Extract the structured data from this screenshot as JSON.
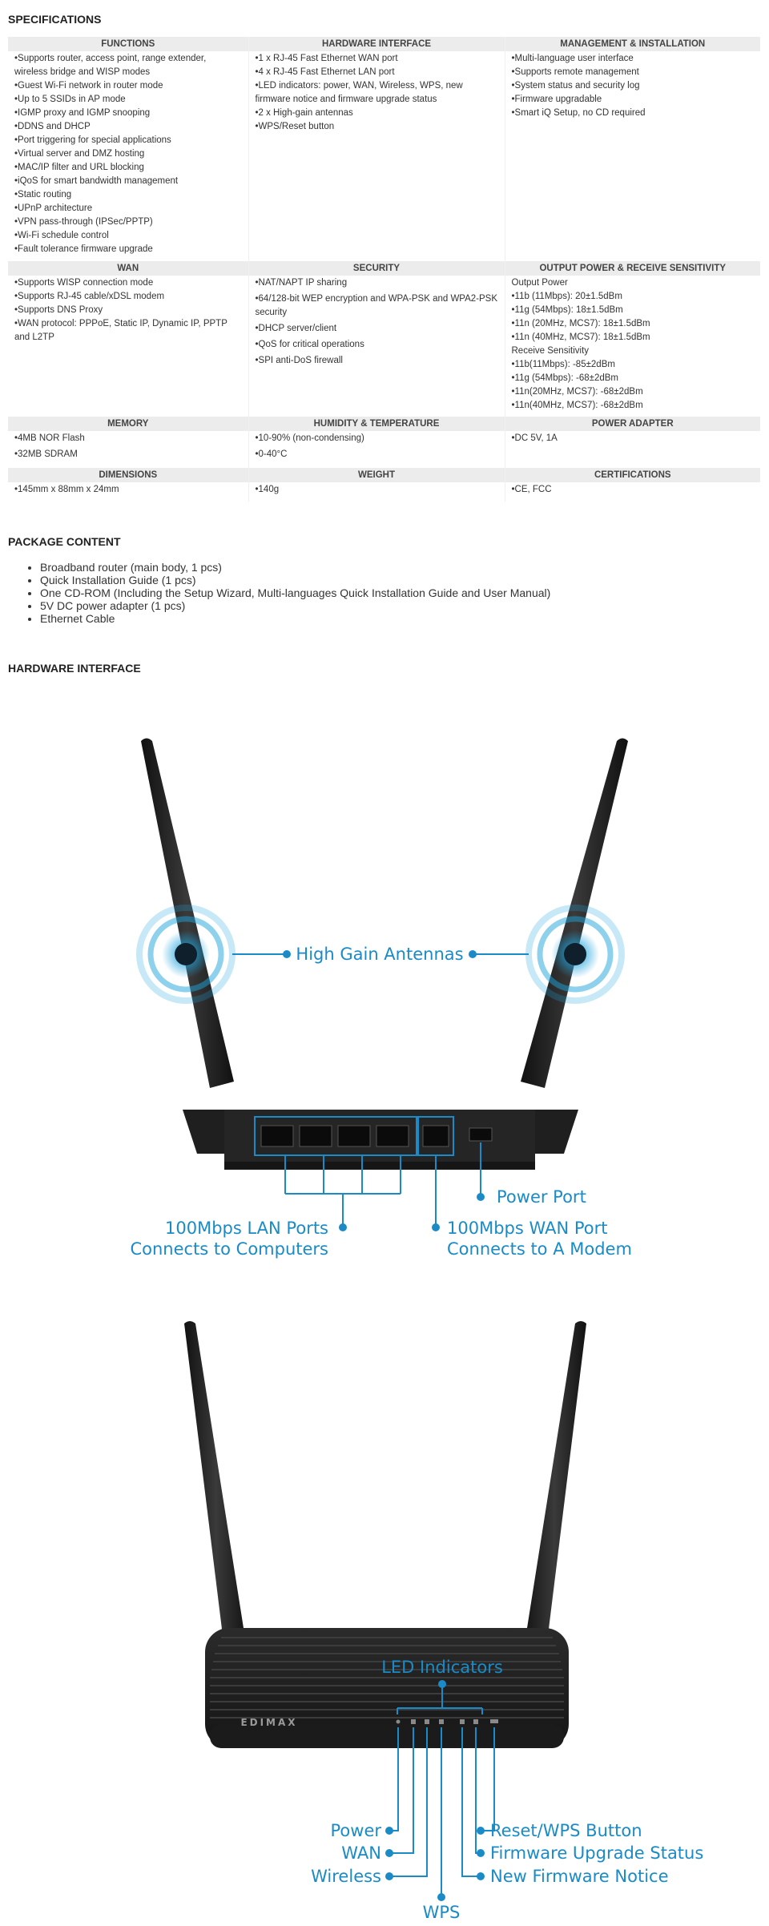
{
  "specifications": {
    "title": "SPECIFICATIONS",
    "rows": [
      {
        "headers": [
          "FUNCTIONS",
          "HARDWARE INTERFACE",
          "MANAGEMENT & INSTALLATION"
        ],
        "cells": [
          [
            "•Supports router, access point, range extender, wireless bridge and WISP modes",
            "•Guest Wi-Fi network in router mode",
            "•Up to 5 SSIDs in AP mode",
            "•IGMP proxy and IGMP snooping",
            "•DDNS and DHCP",
            "•Port triggering for special applications",
            "•Virtual server and DMZ hosting",
            "•MAC/IP filter and URL blocking",
            "•iQoS for smart bandwidth management",
            "•Static routing",
            "•UPnP architecture",
            "•VPN pass-through (IPSec/PPTP)",
            "•Wi-Fi schedule control",
            "•Fault tolerance firmware upgrade"
          ],
          [
            "•1 x RJ-45 Fast Ethernet WAN port",
            "•4 x RJ-45 Fast Ethernet LAN port",
            "•LED indicators: power, WAN, Wireless, WPS, new firmware notice and firmware upgrade status",
            "•2 x High-gain antennas",
            "•WPS/Reset button"
          ],
          [
            "•Multi-language user interface",
            "•Supports remote management",
            "•System status and security log",
            "•Firmware upgradable",
            "•Smart iQ Setup, no CD required"
          ]
        ]
      },
      {
        "headers": [
          "WAN",
          "SECURITY",
          "OUTPUT POWER & RECEIVE SENSITIVITY"
        ],
        "cells": [
          [
            "•Supports WISP connection mode",
            "•Supports RJ-45 cable/xDSL modem",
            "•Supports DNS Proxy",
            "•WAN protocol: PPPoE, Static IP, Dynamic IP, PPTP and L2TP"
          ],
          [
            "•NAT/NAPT IP sharing",
            "•64/128-bit WEP encryption and WPA-PSK and WPA2-PSK security",
            "•DHCP server/client",
            "•QoS for critical operations",
            "•SPI anti-DoS firewall"
          ],
          [
            "Output Power",
            "•11b (11Mbps): 20±1.5dBm",
            "•11g (54Mbps): 18±1.5dBm",
            "•11n (20MHz, MCS7): 18±1.5dBm",
            "•11n (40MHz, MCS7): 18±1.5dBm",
            "Receive Sensitivity",
            "•11b(11Mbps): -85±2dBm",
            "•11g (54Mbps): -68±2dBm",
            "•11n(20MHz, MCS7): -68±2dBm",
            "•11n(40MHz, MCS7): -68±2dBm"
          ]
        ]
      },
      {
        "headers": [
          "MEMORY",
          "HUMIDITY & TEMPERATURE",
          "POWER ADAPTER"
        ],
        "cells": [
          [
            "•4MB NOR Flash",
            "•32MB SDRAM"
          ],
          [
            "•10-90% (non-condensing)",
            "•0-40°C"
          ],
          [
            "•DC 5V, 1A"
          ]
        ]
      },
      {
        "headers": [
          "DIMENSIONS",
          "WEIGHT",
          "CERTIFICATIONS"
        ],
        "cells": [
          [
            "•145mm x 88mm x 24mm"
          ],
          [
            "•140g"
          ],
          [
            "•CE, FCC"
          ]
        ]
      }
    ]
  },
  "package": {
    "title": "PACKAGE CONTENT",
    "items": [
      "Broadband router (main body, 1 pcs)",
      "Quick Installation Guide (1 pcs)",
      "One CD-ROM (Including the Setup Wizard, Multi-languages Quick Installation Guide and User Manual)",
      "5V DC power adapter (1 pcs)",
      "Ethernet Cable"
    ]
  },
  "hardware": {
    "title": "HARDWARE INTERFACE",
    "rear": {
      "antennas_label": "High Gain Antennas",
      "power_port_label": "Power Port",
      "lan_label_1": "100Mbps LAN Ports",
      "lan_label_2": "Connects to Computers",
      "wan_label_1": "100Mbps WAN Port",
      "wan_label_2": "Connects to A Modem"
    },
    "front": {
      "brand": "EDIMAX",
      "led_label": "LED Indicators",
      "power_label": "Power",
      "wan_label": "WAN",
      "wireless_label": "Wireless",
      "wps_label": "WPS",
      "reset_label": "Reset/WPS Button",
      "upgrade_label": "Firmware Upgrade Status",
      "notice_label": "New Firmware Notice"
    }
  },
  "colors": {
    "callout": "#1a8bc7",
    "router": "#232323",
    "header_bg": "#ececec"
  }
}
